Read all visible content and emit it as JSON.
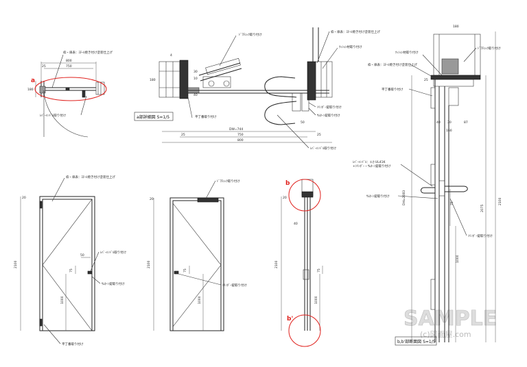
{
  "labels": {
    "frame_finish": "枠・扉表：ｽﾁｰﾙ焼き付け塗装仕上げ",
    "door_check": "ﾄﾞｱﾁｪｯｸ取り付け",
    "cushion": "ｸｯｼｮﾝ材取り付け",
    "hinge": "平丁番取り付け",
    "lever": "ﾚﾊﾞｰﾊﾝﾄﾞﾙ取り付け",
    "cylinder": "ｼﾘﾝﾀﾞｰ錠取り付け",
    "thumbturn": "ｻﾑﾀｰﾝ錠取り付け",
    "lever_spec_1": "ﾚﾊﾞｰﾊﾝﾄﾞﾙ：ｺﾆｶ UL41K",
    "lever_spec_2": "+ｼﾘﾝﾀﾞｰ・ｻﾑﾀｰﾝ錠取り付け"
  },
  "titles": {
    "detail_a": "a部詳細図 S=1/5",
    "detail_b": "b,b'部断面図 S=1/5"
  },
  "markers": {
    "a": "a",
    "b": "b",
    "b_prime": "b'"
  },
  "dims": {
    "d750": "750",
    "d800": "800",
    "d25": "25",
    "d40": "40",
    "d10": "10",
    "d180": "180",
    "d30": "30",
    "d50": "50",
    "d75": "75",
    "d1000": "1000",
    "d2100": "2100",
    "d2075": "2075",
    "d60": "60",
    "d87": "87",
    "d20": "20",
    "dw744": "DW=744",
    "dh2083": "DH=2083",
    "d25b": "25",
    "d4": "4",
    "d160": "160"
  },
  "watermark": {
    "big": "SAMPLE",
    "small": "(c)図面屋.com"
  },
  "colors": {
    "highlight": "#e0201c",
    "ink": "#222222"
  }
}
